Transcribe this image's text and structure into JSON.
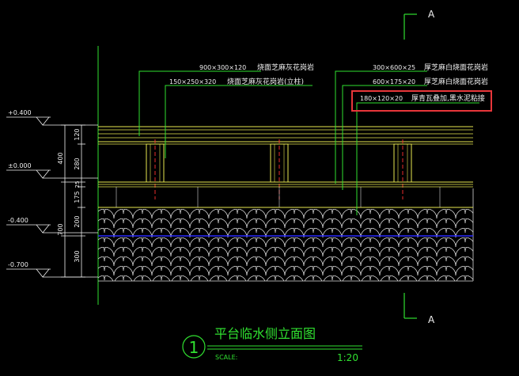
{
  "section_marker": {
    "letter": "A"
  },
  "annotations": [
    {
      "size": "900×300×120",
      "material": "烧面芝麻灰花岗岩"
    },
    {
      "size": "150×250×320",
      "material": "烧面芝麻灰花岗岩(立柱)"
    },
    {
      "size": "300×600×25",
      "material": "厚芝麻白烧面花岗岩"
    },
    {
      "size": "600×175×20",
      "material": "厚芝麻白烧面花岗岩"
    },
    {
      "size": "180×120×20",
      "material": "厚青瓦叠加,黑水泥粘接",
      "highlighted": true
    }
  ],
  "elevations": [
    "+0.400",
    "±0.000",
    "-0.400",
    "-0.700"
  ],
  "dimensions": {
    "outer": [
      "400",
      "700",
      "300"
    ],
    "inner": [
      "120",
      "280",
      "25",
      "175",
      "200"
    ]
  },
  "title_block": {
    "number": "1",
    "title": "平台临水侧立面图",
    "scale_label": "SCALE:",
    "scale_value": "1:20"
  },
  "colors": {
    "structure": "#e8e850",
    "leader": "#30e030",
    "hatch": "#d8d8d8",
    "water": "#2a2aff",
    "center_line": "#ff3030",
    "text": "#f0f0f0",
    "title": "#30e030",
    "highlight": "#e8363a"
  }
}
